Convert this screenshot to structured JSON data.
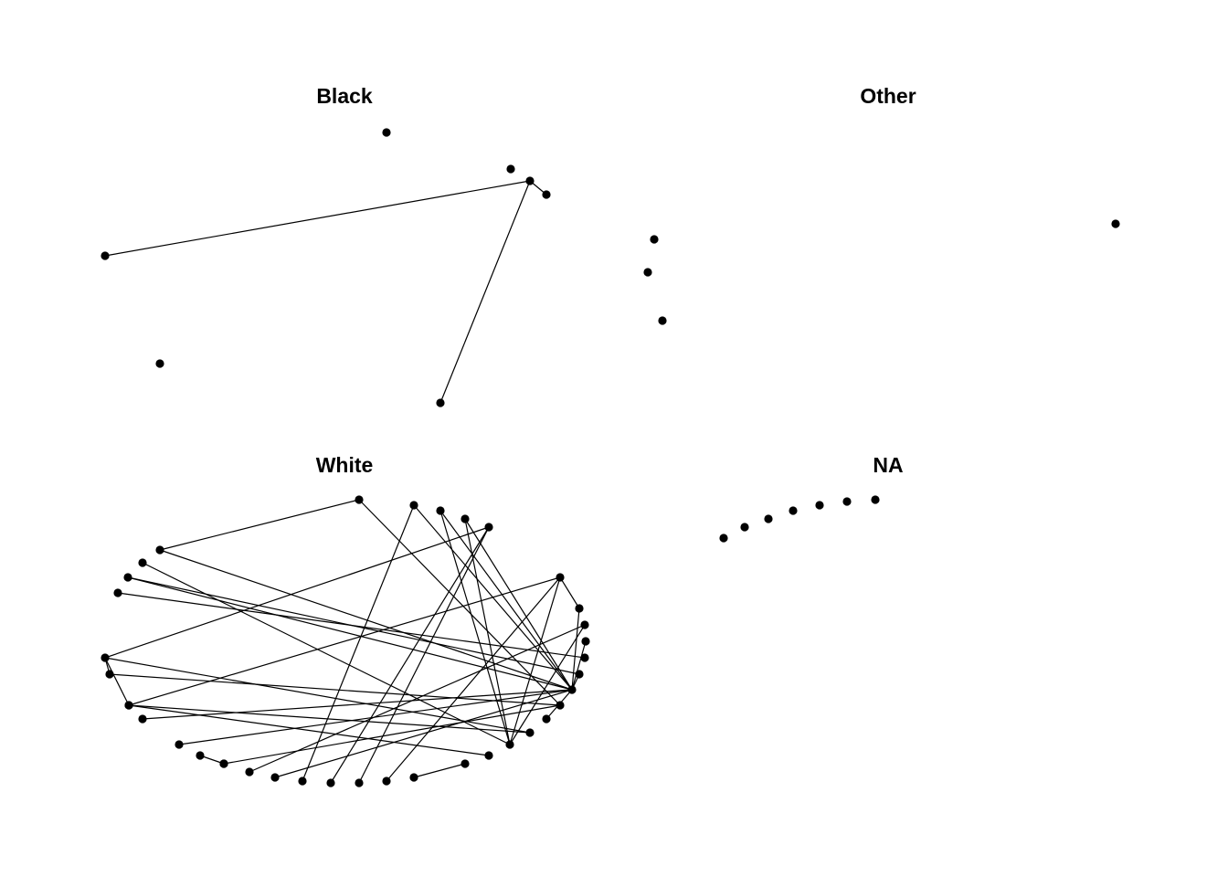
{
  "colors": {
    "node": "#000000",
    "edge": "#000000",
    "background": "#ffffff"
  },
  "panels": [
    {
      "title": "Black",
      "nodes": [
        "n0",
        "n1",
        "n2",
        "n3",
        "n4",
        "n5",
        "n6"
      ],
      "edges": [
        [
          "n3",
          "n4"
        ],
        [
          "n3",
          "n6"
        ],
        [
          "n3",
          "n2"
        ]
      ]
    },
    {
      "title": "Other",
      "nodes": [
        "n0",
        "n1",
        "n2",
        "n3"
      ],
      "edges": []
    },
    {
      "title": "White",
      "nodes": [
        "w0",
        "w1",
        "w2",
        "w3",
        "w4",
        "w5",
        "w6",
        "w7",
        "w8",
        "w9",
        "w10",
        "w11",
        "w12",
        "w13",
        "w14",
        "w15",
        "w16",
        "w17",
        "w18",
        "w19",
        "w20",
        "w21",
        "w22",
        "w23",
        "w24",
        "w25",
        "w26",
        "w27",
        "w28",
        "w29",
        "w30",
        "w31",
        "w32",
        "w33",
        "w34",
        "w35",
        "w36",
        "w37"
      ],
      "edges": [
        [
          "w0",
          "w13"
        ],
        [
          "w0",
          "w24"
        ],
        [
          "w0",
          "w35"
        ],
        [
          "w1",
          "w30"
        ],
        [
          "w2",
          "w30"
        ],
        [
          "w3",
          "w4"
        ],
        [
          "w4",
          "w31"
        ],
        [
          "w5",
          "w26"
        ],
        [
          "w6",
          "w30"
        ],
        [
          "w7",
          "w20"
        ],
        [
          "w8",
          "w23"
        ],
        [
          "w9",
          "w23"
        ],
        [
          "w10",
          "w24"
        ],
        [
          "w11",
          "w34"
        ],
        [
          "w12",
          "w17"
        ],
        [
          "w12",
          "w21"
        ],
        [
          "w12",
          "w22"
        ],
        [
          "w12",
          "w24"
        ],
        [
          "w12",
          "w26"
        ],
        [
          "w13",
          "w23"
        ],
        [
          "w13",
          "w33"
        ],
        [
          "w13",
          "w14"
        ],
        [
          "w14",
          "w31"
        ],
        [
          "w15",
          "w28"
        ],
        [
          "w16",
          "w29"
        ],
        [
          "w16",
          "w30"
        ],
        [
          "w18",
          "w30"
        ],
        [
          "w18",
          "w19"
        ],
        [
          "w19",
          "w31"
        ],
        [
          "w20",
          "w30"
        ],
        [
          "w21",
          "w30"
        ],
        [
          "w22",
          "w30"
        ],
        [
          "w24",
          "w25"
        ],
        [
          "w25",
          "w30"
        ],
        [
          "w27",
          "w30"
        ],
        [
          "w29",
          "w30"
        ],
        [
          "w30",
          "w32"
        ],
        [
          "w33",
          "w37"
        ]
      ]
    },
    {
      "title": "NA",
      "nodes": [
        "a0",
        "a1",
        "a2",
        "a3",
        "a4",
        "a5",
        "a6"
      ],
      "edges": []
    }
  ]
}
